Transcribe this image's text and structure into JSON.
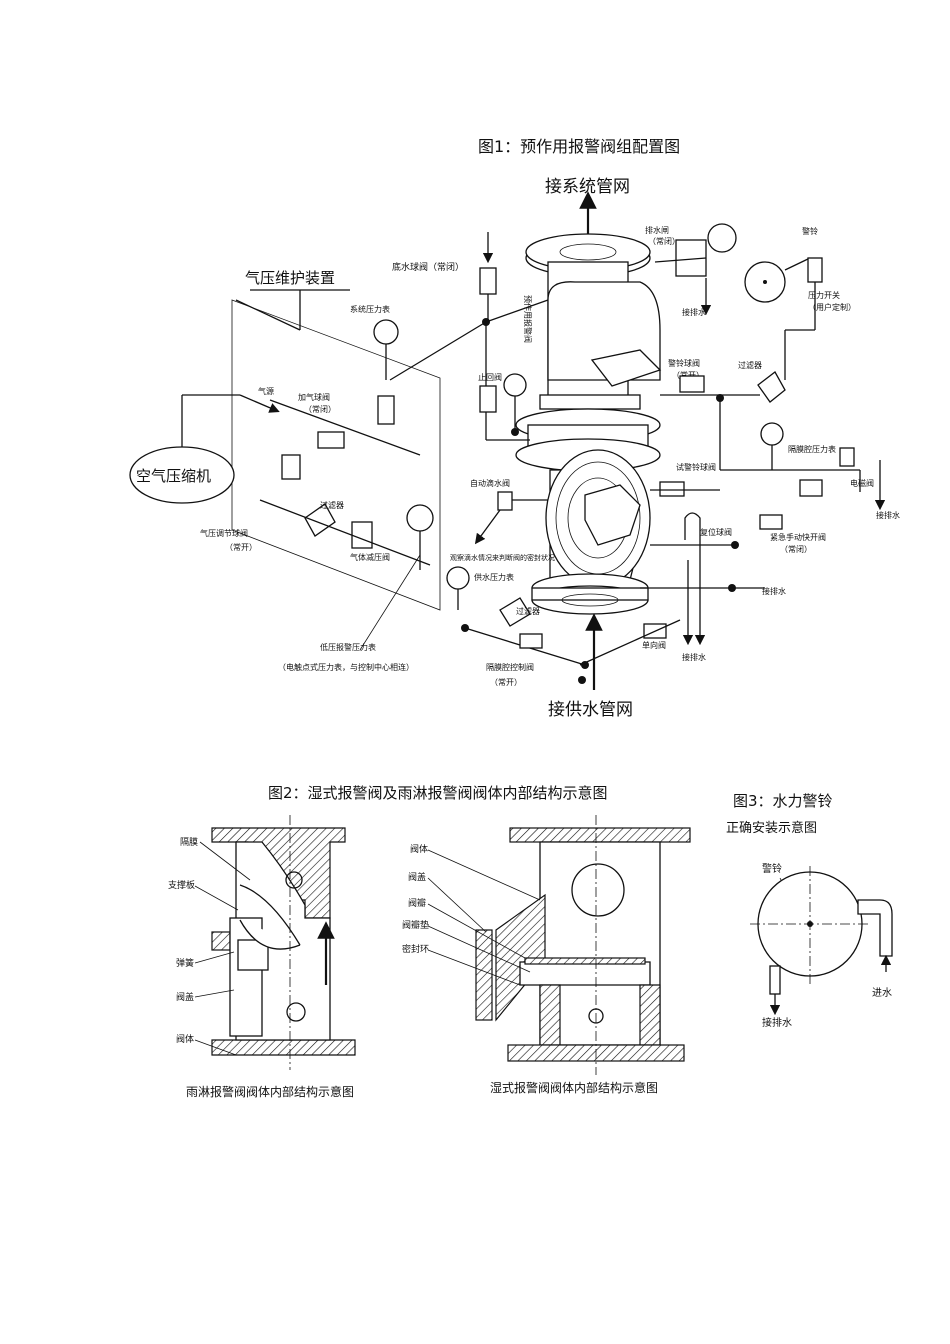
{
  "fig1": {
    "title": "图1：预作用报警阀组配置图",
    "labels": {
      "to_system": "接系统管网",
      "to_supply": "接供水管网",
      "air_device": "气压维护装置",
      "compressor": "空气压缩机",
      "air_source": "气源",
      "add_air_valve": "加气球阀",
      "add_air_valve_note": "（常闭）",
      "sys_gauge": "系统压力表",
      "bottom_drain": "底水球阀（常闭）",
      "check_valve": "止回阀",
      "drain_valve": "排水闸",
      "drain_valve_note": "（常闭）",
      "to_drain": "接排水",
      "bell": "警铃",
      "pressure_switch": "压力开关",
      "pressure_switch_note": "（用户定制）",
      "alarm_ball": "警铃球阀",
      "alarm_ball_note": "（常开）",
      "filter": "过滤器",
      "diaphragm_gauge": "隔膜腔压力表",
      "solenoid": "电磁阀",
      "auto_drain": "自动滴水阀",
      "test_alarm": "试警铃球阀",
      "reset_valve": "复位球阀",
      "emergency": "紧急手动快开阀",
      "emergency_note": "（常闭）",
      "supply_gauge": "供水压力表",
      "low_alarm_gauge": "低压报警压力表",
      "low_alarm_note": "（电触点式压力表，与控制中心相连）",
      "pressure_reg": "气压调节球阀",
      "pressure_reg_note": "（常开）",
      "air_filter": "过滤器",
      "air_reducer": "气体减压阀",
      "diaphragm_ctrl": "隔膜腔控制阀",
      "diaphragm_ctrl_note": "（常开）",
      "valve_body_label": "预作用报警阀",
      "small_note": "观察滴水情况来判断阀的密封状况",
      "isolation": "单向阀",
      "to_drain2": "接排水",
      "to_drain3": "接排水",
      "to_drain4": "接排水"
    }
  },
  "fig2": {
    "title": "图2：湿式报警阀及雨淋报警阀阀体内部结构示意图",
    "left_labels": [
      "隔膜",
      "支撑板",
      "弹簧",
      "阀盖",
      "阀体"
    ],
    "left_caption": "雨淋报警阀阀体内部结构示意图",
    "right_labels": [
      "阀体",
      "阀盖",
      "阀瓣",
      "阀瓣垫",
      "密封环"
    ],
    "right_caption": "湿式报警阀阀体内部结构示意图"
  },
  "fig3": {
    "title": "图3：水力警铃",
    "subtitle": "正确安装示意图",
    "bell": "警铃",
    "drain": "接排水",
    "inlet": "进水"
  }
}
